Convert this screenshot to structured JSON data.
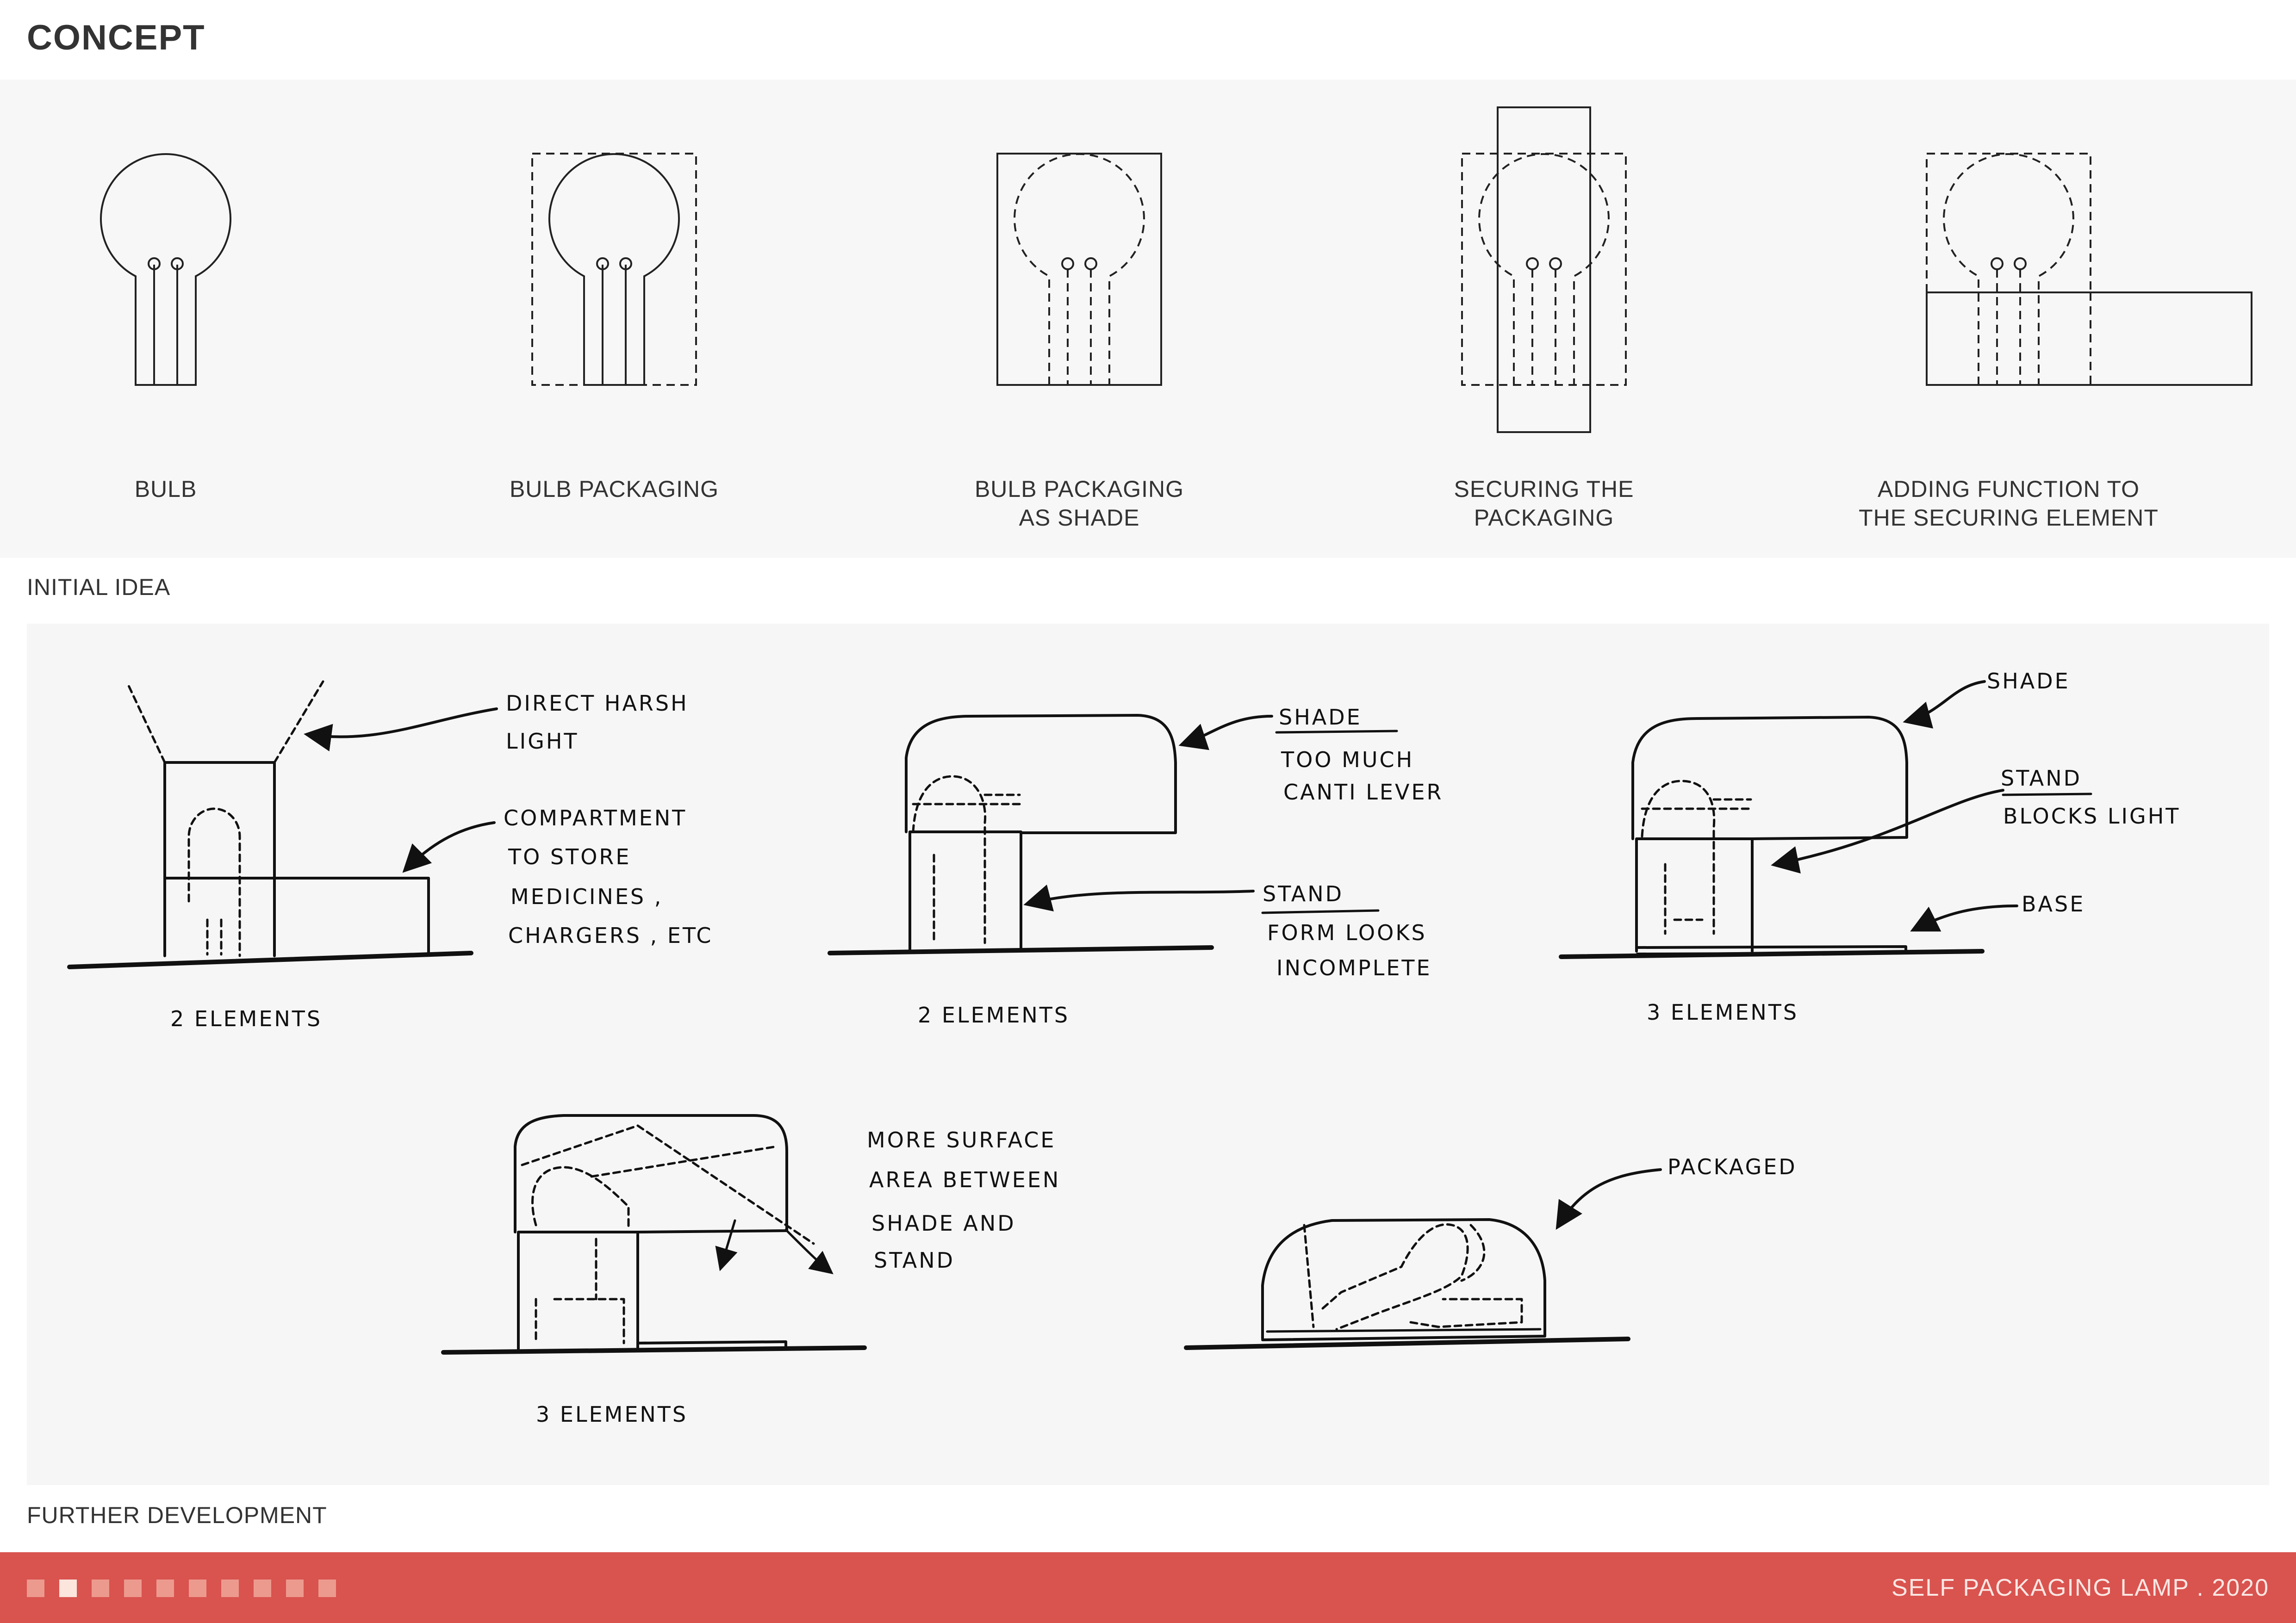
{
  "header": {
    "title": "CONCEPT"
  },
  "concept": {
    "steps": [
      {
        "line1": "BULB",
        "line2": ""
      },
      {
        "line1": "BULB PACKAGING",
        "line2": ""
      },
      {
        "line1": "BULB PACKAGING",
        "line2": "AS SHADE"
      },
      {
        "line1": "SECURING THE",
        "line2": "PACKAGING"
      },
      {
        "line1": "ADDING FUNCTION TO",
        "line2": "THE SECURING ELEMENT"
      }
    ],
    "section_label": "INITIAL IDEA"
  },
  "sketches": {
    "s1": {
      "note1": [
        "DIRECT HARSH",
        "LIGHT"
      ],
      "note2": [
        "COMPARTMENT",
        "TO STORE",
        "MEDICINES ,",
        "CHARGERS , ETC"
      ],
      "caption": "2 ELEMENTS"
    },
    "s2": {
      "note1": [
        "SHADE",
        "TOO MUCH",
        "CANTI LEVER"
      ],
      "note2": [
        "STAND",
        "FORM LOOKS",
        "INCOMPLETE"
      ],
      "caption": "2 ELEMENTS"
    },
    "s3": {
      "note1": "SHADE",
      "note2": [
        "STAND",
        "BLOCKS LIGHT"
      ],
      "note3": "BASE",
      "caption": "3 ELEMENTS"
    },
    "s4": {
      "note1": [
        "MORE SURFACE",
        "AREA BETWEEN",
        "SHADE AND",
        "STAND"
      ],
      "caption": "3 ELEMENTS"
    },
    "s5": {
      "note1": "PACKAGED"
    },
    "section_label": "FURTHER DEVELOPMENT"
  },
  "footer": {
    "page_dots": 10,
    "active_dot": 1,
    "title": "SELF PACKAGING LAMP  .  2020"
  },
  "colors": {
    "accent": "#d9534f",
    "panel": "#f7f7f7",
    "ink": "#111111"
  }
}
